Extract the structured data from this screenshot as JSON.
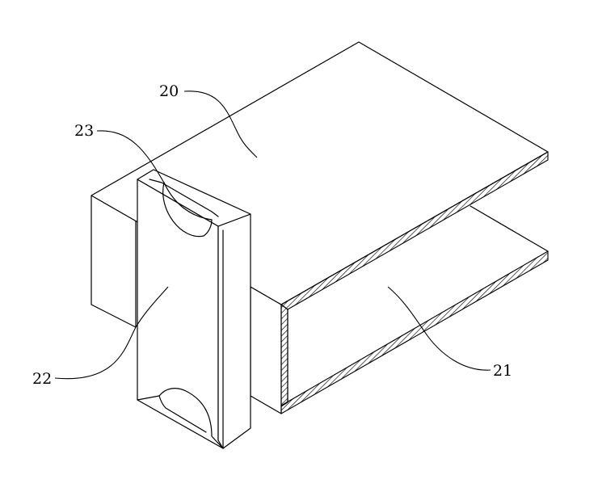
{
  "labels": {
    "top_plate": "20",
    "body": "21",
    "clip": "22",
    "groove": "23"
  }
}
